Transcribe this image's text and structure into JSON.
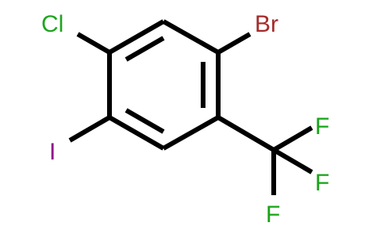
{
  "molecule": {
    "atoms": {
      "chlorine": {
        "label": "Cl",
        "color": "#1fa51f"
      },
      "bromine": {
        "label": "Br",
        "color": "#a52a2a"
      },
      "iodine": {
        "label": "I",
        "color": "#94008e"
      },
      "fluorine_1": {
        "label": "F",
        "color": "#17a317"
      },
      "fluorine_2": {
        "label": "F",
        "color": "#17a317"
      },
      "fluorine_3": {
        "label": "F",
        "color": "#17a317"
      }
    },
    "bond_color": "#000000"
  }
}
